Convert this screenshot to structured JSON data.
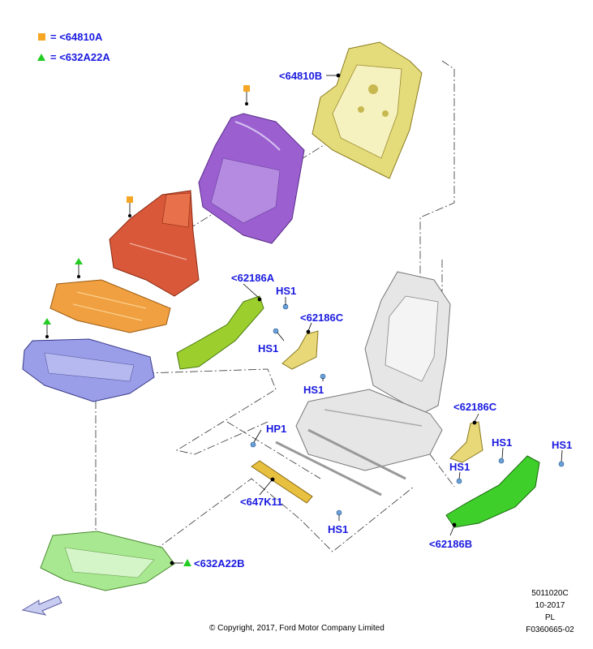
{
  "legend": [
    {
      "symbol": "square",
      "color": "#f5a623",
      "text": "= <64810A"
    },
    {
      "symbol": "triangle",
      "color": "#22cc22",
      "text": "= <632A22A"
    }
  ],
  "callouts": {
    "l_64810B": "<64810B",
    "l_62186A": "<62186A",
    "l_hs1_a": "HS1",
    "l_62186C_top": "<62186C",
    "l_hs1_b": "HS1",
    "l_hs1_c": "HS1",
    "l_62186C_right": "<62186C",
    "l_hs1_d": "HS1",
    "l_hs1_e": "HS1",
    "l_hs1_f": "HS1",
    "l_hp1": "HP1",
    "l_647K11": "<647K11",
    "l_hs1_g": "HS1",
    "l_62186B": "<62186B",
    "l_632A22B": "<632A22B"
  },
  "meta": {
    "code": "5011020C",
    "date": "10-2017",
    "lang": "PL",
    "figure": "F0360665-02"
  },
  "copyright": "© Copyright, 2017, Ford Motor Company Limited",
  "colors": {
    "label": "#1a1ae0",
    "back_frame": "#e4dc7a",
    "back_pad": "#9b5fd0",
    "cushion_trim": "#d9583a",
    "cushion_pad": "#f0a040",
    "cushion_cover": "#9a9ee8",
    "shield_left": "#9ccf2e",
    "shield_right": "#3fcf2a",
    "bracket": "#e8d878",
    "track_bar": "#e8c040",
    "pan": "#a8e890",
    "seat_frame": "#e6e6e6"
  }
}
